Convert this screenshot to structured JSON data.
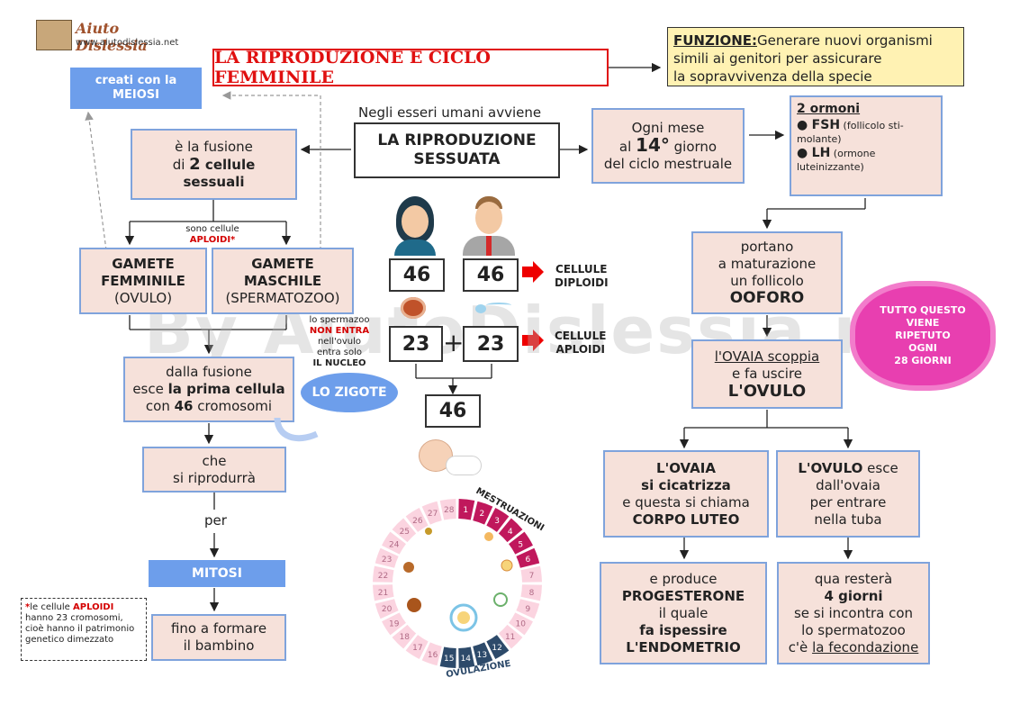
{
  "logo": {
    "name": "Aiuto Dislessia",
    "url": "www.aiutodislessia.net"
  },
  "watermark": "By AiutoDislessia.net",
  "title": "LA RIPRODUZIONE E CICLO FEMMINILE",
  "funzione": {
    "label": "FUNZIONE:",
    "text1": "Generare nuovi organismi",
    "text2": "simili ai genitori per assicurare",
    "text3": "la sopravvivenza della specie"
  },
  "meiosi": {
    "line1": "creati con la",
    "line2": "MEIOSI"
  },
  "intro": "Negli esseri umani avviene",
  "sessuata": {
    "line1": "LA RIPRODUZIONE",
    "line2": "SESSUATA"
  },
  "fusione": {
    "line1": "è la fusione",
    "di": "di ",
    "two": "2",
    "cellule": " cellule",
    "line3": "sessuali"
  },
  "aploidi_note": {
    "line1": "sono cellule",
    "line2": "APLOIDI*"
  },
  "gamete_f": {
    "line1": "GAMETE",
    "line2": "FEMMINILE",
    "line3": "(OVULO)"
  },
  "gamete_m": {
    "line1": "GAMETE",
    "line2": "MASCHILE",
    "line3": "(SPERMATOZOO)"
  },
  "sperm_note": {
    "l1": "lo spermazoo",
    "l2": "NON ENTRA",
    "l3": "nell'ovulo",
    "l4": "entra solo",
    "l5": "IL NUCLEO"
  },
  "zigote_box": {
    "l1": "dalla fusione",
    "esce": "esce ",
    "prima": "la prima cellula",
    "con": "con ",
    "n": "46",
    "crom": " cromosomi"
  },
  "zigote_label": "LO ZIGOTE",
  "riprodurra": {
    "l1": "che",
    "l2": "si riprodurrà"
  },
  "per": "per",
  "mitosi": "MITOSI",
  "bambino": {
    "l1": "fino a formare",
    "l2": "il bambino"
  },
  "footnote": {
    "star": "*",
    "pre": "le cellule ",
    "apl": "APLOIDI",
    "l2": "hanno 23 cromosomi,",
    "l3": "cioè hanno il patrimonio",
    "l4": "genetico dimezzato"
  },
  "numbers": {
    "f46": "46",
    "m46": "46",
    "f23": "23",
    "plus": "+",
    "m23": "23",
    "z46": "46"
  },
  "diploidi": {
    "l1": "CELLULE",
    "l2": "DIPLOIDI"
  },
  "aploidi": {
    "l1": "CELLULE",
    "l2": "APLOIDI"
  },
  "ogni_mese": {
    "l1": "Ogni mese",
    "al": "al ",
    "day": "14°",
    "giorno": " giorno",
    "l3": "del ciclo mestruale"
  },
  "ormoni": {
    "title": "2 ormoni",
    "fsh": "FSH",
    "fsh_desc": " (follicolo sti-",
    "fsh_desc2": "molante)",
    "lh": "LH",
    "lh_desc": " (ormone",
    "lh_desc2": "luteinizzante)"
  },
  "portano": {
    "l1": "portano",
    "l2": "a maturazione",
    "l3": "un follicolo",
    "l4": "OOFORO"
  },
  "cloud": {
    "l1": "TUTTO QUESTO",
    "l2": "VIENE",
    "l3": "RIPETUTO",
    "l4": "OGNI",
    "l5": "28 GIORNI"
  },
  "ovaia": {
    "l1": "l'OVAIA scoppia",
    "l2": "e fa uscire",
    "l3": "L'OVULO"
  },
  "cicatrizza": {
    "l1": "L'OVAIA",
    "l2": "si cicatrizza",
    "l3": "e questa si chiama",
    "l4": "CORPO LUTEO"
  },
  "ovulo_esce": {
    "l1": "L'OVULO",
    "l1b": " esce",
    "l2": "dall'ovaia",
    "l3": "per entrare",
    "l4": "nella tuba"
  },
  "progesterone": {
    "l1": "e produce",
    "l2": "PROGESTERONE",
    "l3": "il quale",
    "l4": "fa ispessire",
    "l5": "L'ENDOMETRIO"
  },
  "fecondazione": {
    "l1": "qua resterà",
    "l2": "4 giorni",
    "l3": "se si incontra con",
    "l4": "lo spermatozoo",
    "l5pre": "c'è ",
    "l5": "la fecondazione"
  },
  "cycle": {
    "mestruazioni": "MESTRUAZIONI",
    "ovulazione": "OVULAZIONE",
    "days": [
      "1",
      "2",
      "3",
      "4",
      "5",
      "6",
      "7",
      "8",
      "9",
      "10",
      "11",
      "12",
      "13",
      "14",
      "15",
      "16",
      "17",
      "18",
      "19",
      "20",
      "21",
      "22",
      "23",
      "24",
      "25",
      "26",
      "27",
      "28"
    ]
  }
}
